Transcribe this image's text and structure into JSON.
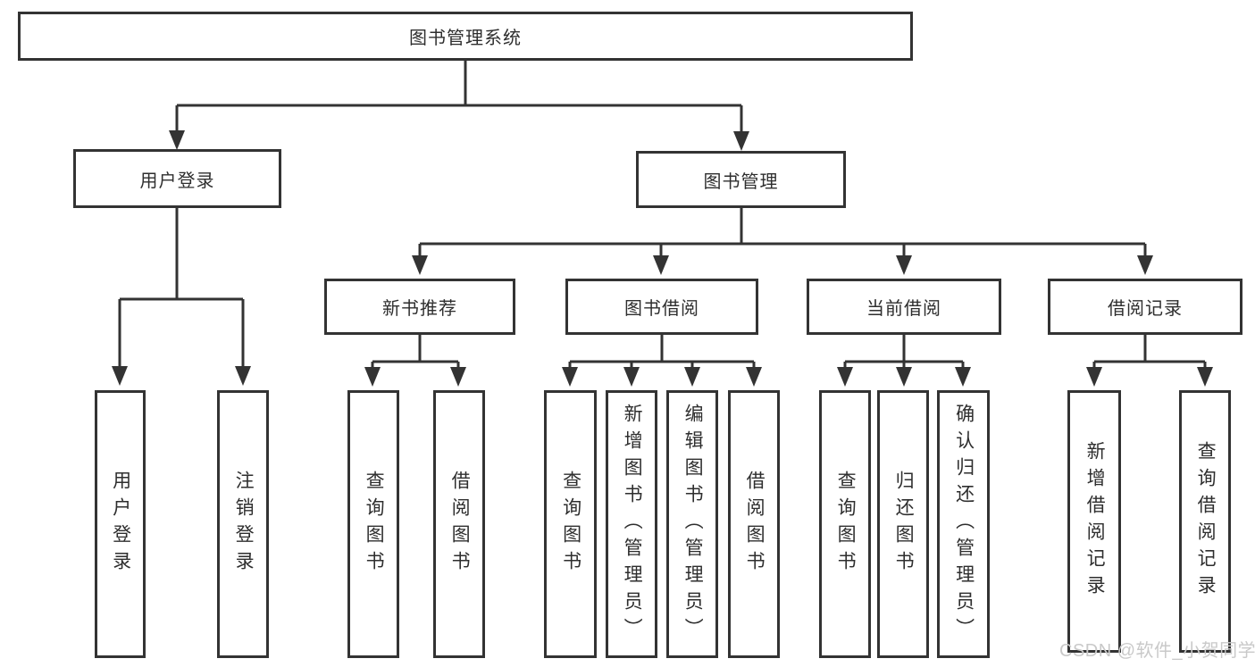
{
  "diagram": {
    "tree": {
      "label": "图书管理系统",
      "children": [
        {
          "label": "用户登录",
          "children": [
            {
              "label": "用户登录"
            },
            {
              "label": "注销登录"
            }
          ]
        },
        {
          "label": "图书管理",
          "children": [
            {
              "label": "新书推荐",
              "children": [
                {
                  "label": "查询图书"
                },
                {
                  "label": "借阅图书"
                }
              ]
            },
            {
              "label": "图书借阅",
              "children": [
                {
                  "label": "查询图书"
                },
                {
                  "label": "新增图书（管理员）"
                },
                {
                  "label": "编辑图书（管理员）"
                },
                {
                  "label": "借阅图书"
                }
              ]
            },
            {
              "label": "当前借阅",
              "children": [
                {
                  "label": "查询图书"
                },
                {
                  "label": "归还图书"
                },
                {
                  "label": "确认归还（管理员）"
                }
              ]
            },
            {
              "label": "借阅记录",
              "children": [
                {
                  "label": "新增借阅记录"
                },
                {
                  "label": "查询借阅记录"
                }
              ]
            }
          ]
        }
      ]
    },
    "colors": {
      "line": "#333333",
      "box_border": "#333333",
      "text": "#2e2e2e",
      "background": "#ffffff",
      "watermark": "#c9c9c9"
    }
  },
  "watermark": {
    "text": "CSDN @软件_小贺同学"
  }
}
